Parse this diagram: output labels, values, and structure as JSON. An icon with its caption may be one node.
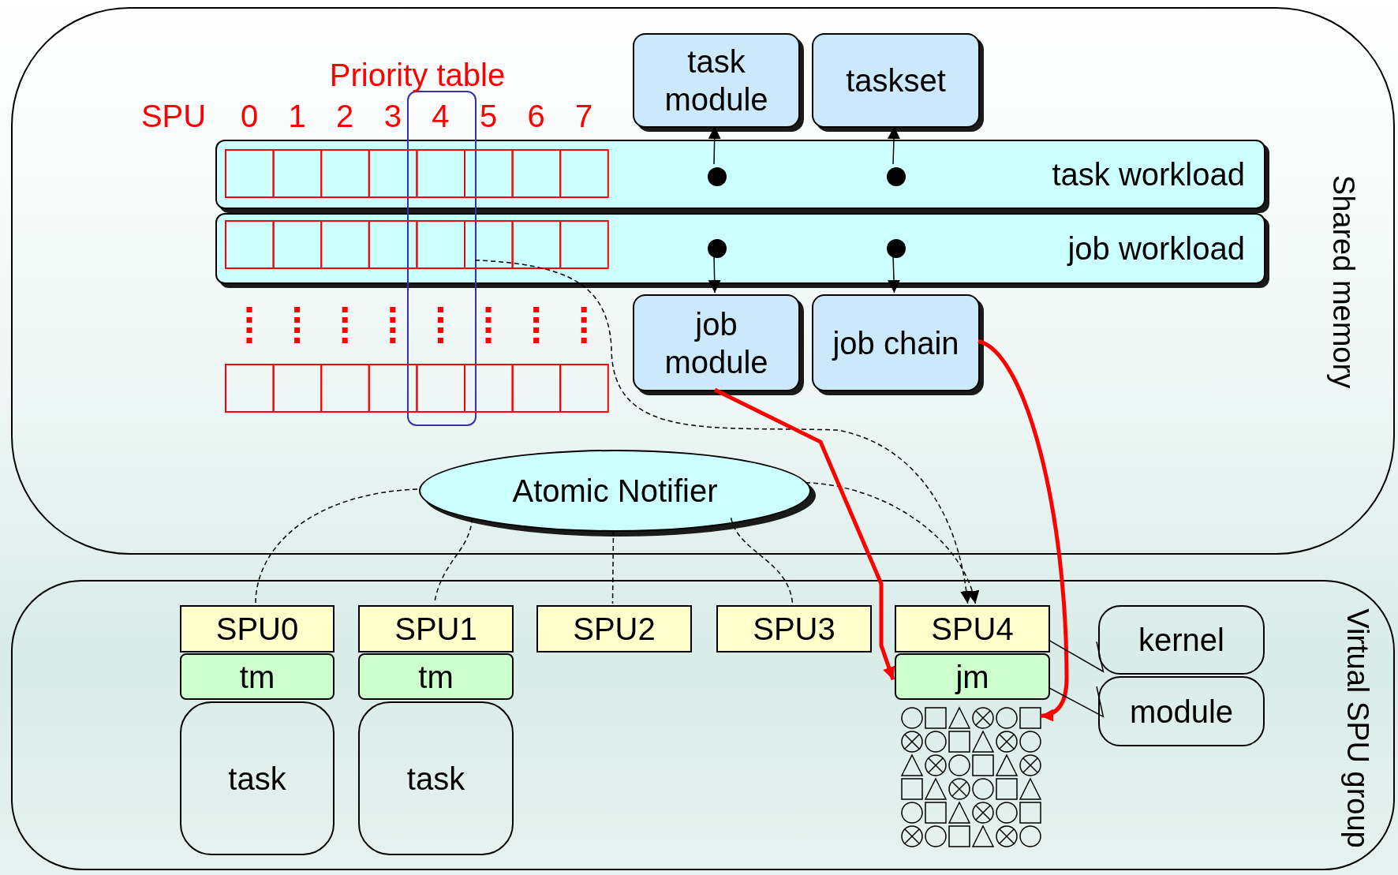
{
  "diagram": {
    "nodes": [
      {
        "text": [
          "Shared memory"
        ]
      },
      {
        "text": [
          "task module"
        ],
        "in": 0
      },
      {
        "text": [
          "taskset"
        ],
        "in": 0
      },
      {
        "text": [
          "task workload"
        ],
        "in": 0
      },
      {
        "text": [],
        "shape": "circle",
        "in": 3
      },
      {
        "text": [],
        "shape": "circle",
        "in": 3
      },
      {
        "text": [
          "job workload"
        ],
        "in": 0
      },
      {
        "text": [],
        "shape": "circle",
        "in": 6
      },
      {
        "text": [],
        "shape": "circle",
        "in": 6
      },
      {
        "text": [],
        "shape": "box",
        "in": 0
      },
      {
        "text": [
          "job module"
        ],
        "in": 0
      },
      {
        "text": [
          "job chain"
        ],
        "in": 0
      },
      {
        "text": [
          "Atomic Notifier"
        ],
        "in": 0
      },
      {
        "text": [
          "Virtual SPU group"
        ]
      },
      {
        "text": [
          "SPU0"
        ],
        "in": 13
      },
      {
        "text": [
          "tm"
        ],
        "in": 13
      },
      {
        "text": [
          "task"
        ],
        "in": 13
      },
      {
        "text": [
          "SPU1"
        ],
        "in": 13
      },
      {
        "text": [
          "tm"
        ],
        "in": 13
      },
      {
        "text": [
          "task"
        ],
        "in": 13
      },
      {
        "text": [
          "SPU2"
        ],
        "in": 13
      },
      {
        "text": [
          "SPU3"
        ],
        "in": 13
      },
      {
        "text": [
          "SPU4"
        ],
        "in": 13
      },
      {
        "text": [
          "jm"
        ],
        "in": 13
      },
      {
        "text": [],
        "shape": "picture",
        "in": 13
      },
      {
        "text": [
          "kernel"
        ],
        "in": 13
      },
      {
        "text": [
          "module"
        ],
        "in": 13
      }
    ],
    "edges": [
      {
        "from": 4,
        "to": 1,
        "arrow": "to"
      },
      {
        "from": 5,
        "to": 2,
        "arrow": "to"
      },
      {
        "from": 7,
        "to": 10,
        "arrow": "to"
      },
      {
        "from": 8,
        "to": 11,
        "arrow": "to"
      },
      {
        "from": 9,
        "to": 22,
        "arrow": "to",
        "style": "dashed"
      },
      {
        "from": 12,
        "to": 22,
        "arrow": "to",
        "style": "dashed"
      },
      {
        "from": 12,
        "to": 14,
        "arrow": "none",
        "style": "dashed"
      },
      {
        "from": 12,
        "to": 17,
        "arrow": "none",
        "style": "dashed"
      },
      {
        "from": 12,
        "to": 20,
        "arrow": "none",
        "style": "dashed"
      },
      {
        "from": 12,
        "to": 21,
        "arrow": "none",
        "style": "dashed"
      },
      {
        "from": 10,
        "to": 23,
        "arrow": "to",
        "style": "thick",
        "color": "#ff0000"
      },
      {
        "from": 11,
        "to": 24,
        "arrow": "to",
        "style": "thick",
        "color": "#ff0000"
      },
      {
        "from": 25,
        "to": 22,
        "arrow": "none"
      },
      {
        "from": 26,
        "to": 23,
        "arrow": "none"
      }
    ],
    "labels": [
      "Priority table",
      "SPU",
      "0",
      "1",
      "2",
      "3",
      "4",
      "5",
      "6",
      "7"
    ]
  }
}
